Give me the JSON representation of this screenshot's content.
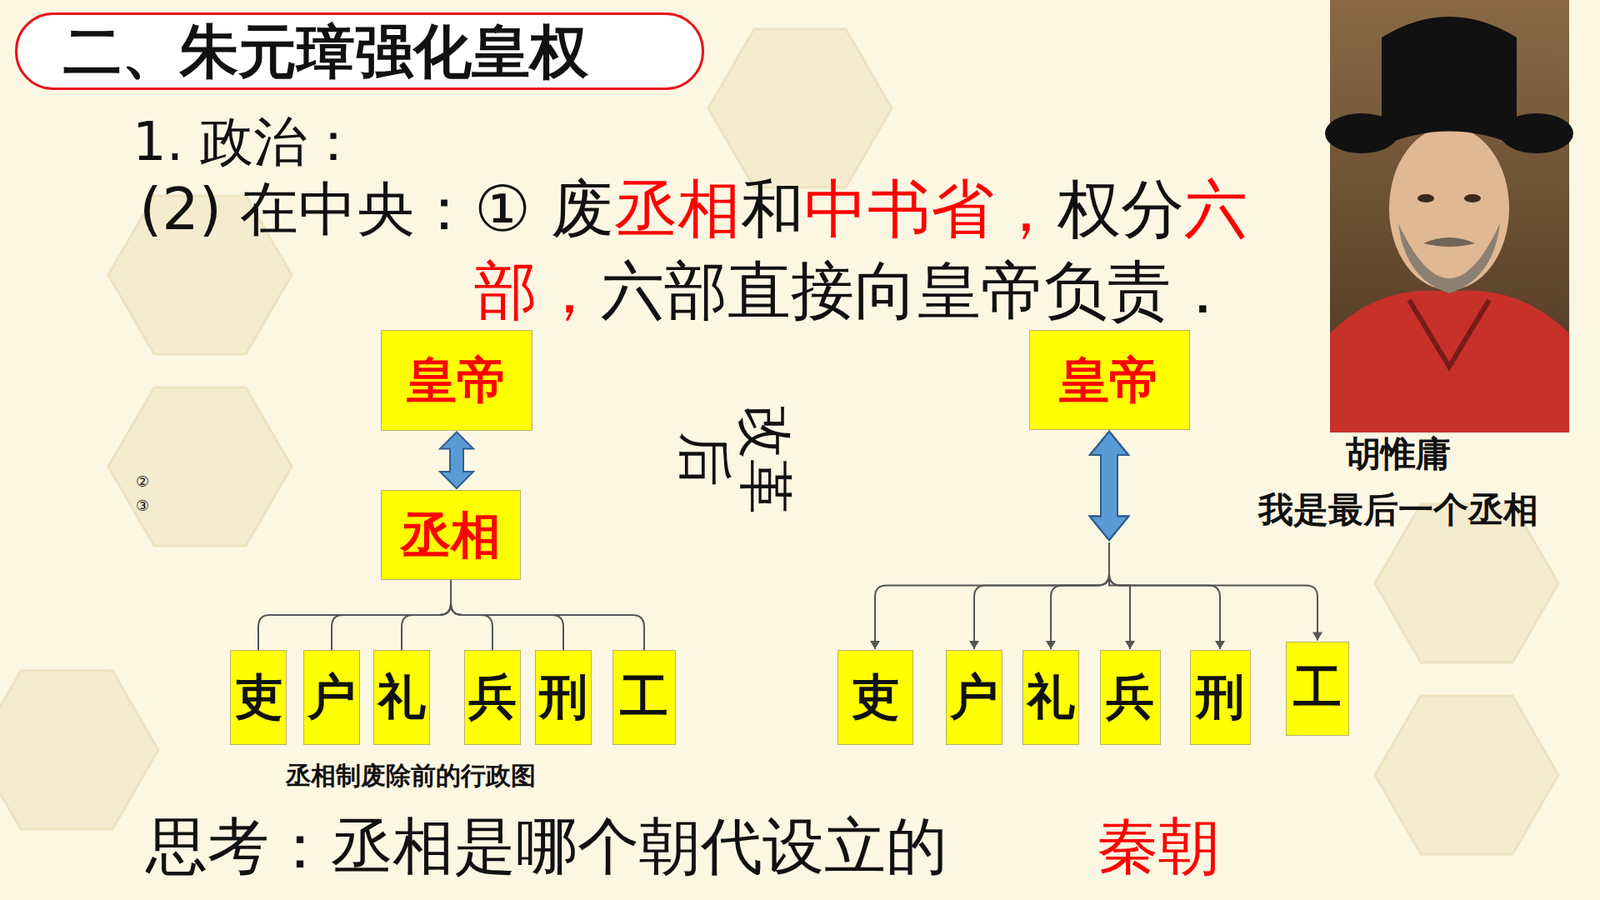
{
  "diagram": {
    "title": "二、朱元璋强化皇权",
    "caption": "丞相制废除前的行政图",
    "nodes": [
      {
        "text": [
          "皇帝"
        ]
      },
      {
        "text": [
          "丞相"
        ]
      },
      {
        "text": [
          "吏"
        ]
      },
      {
        "text": [
          "户"
        ]
      },
      {
        "text": [
          "礼"
        ]
      },
      {
        "text": [
          "兵"
        ]
      },
      {
        "text": [
          "刑"
        ]
      },
      {
        "text": [
          "工"
        ]
      },
      {
        "text": [
          "皇帝"
        ]
      },
      {
        "text": [
          "吏"
        ]
      },
      {
        "text": [
          "户"
        ]
      },
      {
        "text": [
          "礼"
        ]
      },
      {
        "text": [
          "兵"
        ]
      },
      {
        "text": [
          "刑"
        ]
      },
      {
        "text": [
          "工"
        ]
      }
    ],
    "edges": [
      {
        "from": 0,
        "to": 1,
        "arrow": "both"
      },
      {
        "from": 1,
        "to": 2,
        "arrow": "none"
      },
      {
        "from": 1,
        "to": 3,
        "arrow": "none"
      },
      {
        "from": 1,
        "to": 4,
        "arrow": "none"
      },
      {
        "from": 1,
        "to": 5,
        "arrow": "none"
      },
      {
        "from": 1,
        "to": 6,
        "arrow": "none"
      },
      {
        "from": 1,
        "to": 7,
        "arrow": "none"
      },
      {
        "from": 8,
        "to": 9,
        "arrow": "both"
      },
      {
        "from": 8,
        "to": 10,
        "arrow": "both"
      },
      {
        "from": 8,
        "to": 11,
        "arrow": "both"
      },
      {
        "from": 8,
        "to": 12,
        "arrow": "both"
      },
      {
        "from": 8,
        "to": 13,
        "arrow": "both"
      },
      {
        "from": 8,
        "to": 14,
        "arrow": "both"
      }
    ],
    "labels": [
      "1. 政治：",
      "(2) 在中央：",
      "① 废",
      "丞相",
      "和",
      "中书省，",
      "权分",
      "六部，",
      "六部直接向皇帝负责．",
      "②",
      "③",
      "改革后",
      "胡惟庸",
      "我是最后一个丞相",
      "思考：丞相是哪个朝代设立的",
      "秦朝"
    ]
  }
}
